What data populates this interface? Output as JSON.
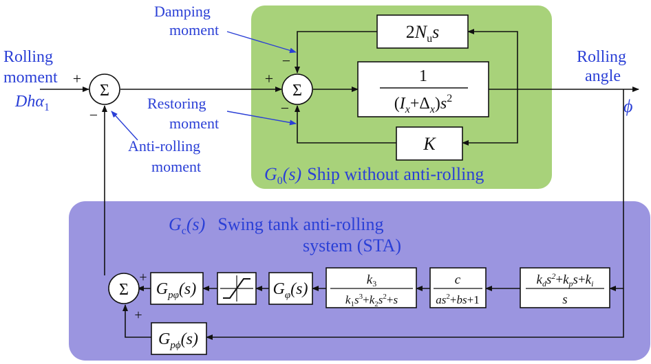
{
  "colors": {
    "ship_region_fill": "#a8d27a",
    "sta_region_fill": "#9b95e0",
    "label_blue": "#2a3fd6",
    "line": "#111111"
  },
  "inputs": {
    "rolling_moment_line1": "Rolling",
    "rolling_moment_line2": "moment",
    "rolling_moment_symbol": "Dhα",
    "rolling_moment_subscript": "1"
  },
  "outputs": {
    "rolling_angle_line1": "Rolling",
    "rolling_angle_line2": "angle",
    "rolling_angle_symbol": "ϕ"
  },
  "annotations": {
    "damping_line1": "Damping",
    "damping_line2": "moment",
    "restoring_line1": "Restoring",
    "restoring_line2": "moment",
    "anti_rolling_line1": "Anti-rolling",
    "anti_rolling_line2": "moment"
  },
  "summing_junctions": {
    "symbol": "Σ",
    "plus": "+",
    "minus": "−"
  },
  "ship_region": {
    "label_G": "G",
    "label_sub": "0",
    "label_arg": "(s)",
    "label_text": "Ship without anti-rolling",
    "damping_block": {
      "coef": "2",
      "N": "N",
      "sub": "u",
      "s": "s"
    },
    "plant_block": {
      "numerator": "1",
      "den_open": "(",
      "I": "I",
      "I_sub": "x",
      "plus": "+",
      "delta": "Δ",
      "delta_sub": "x",
      "den_close": ")",
      "s": "s",
      "sup": "2"
    },
    "restoring_block": {
      "label": "K"
    }
  },
  "sta_region": {
    "label_G": "G",
    "label_sub": "c",
    "label_arg": "(s)",
    "label_text_line1": "Swing tank anti-rolling",
    "label_text_line2": "system (STA)",
    "blocks": {
      "pid": {
        "num": "kds²+kps+ki",
        "den": "s"
      },
      "tank": {
        "num": "c",
        "den": "as²+bs+1"
      },
      "actuator": {
        "num": "k3",
        "den": "k1s³+k2s²+s"
      },
      "g_phi": {
        "G": "G",
        "sub": "φ",
        "arg": "(s)"
      },
      "saturation": {
        "name": "saturation"
      },
      "g_p_phi_fwd": {
        "G": "G",
        "sub": "pφ",
        "arg": "(s)"
      },
      "g_p_phi_fb": {
        "G": "G",
        "sub": "pϕ",
        "arg": "(s)"
      }
    }
  }
}
